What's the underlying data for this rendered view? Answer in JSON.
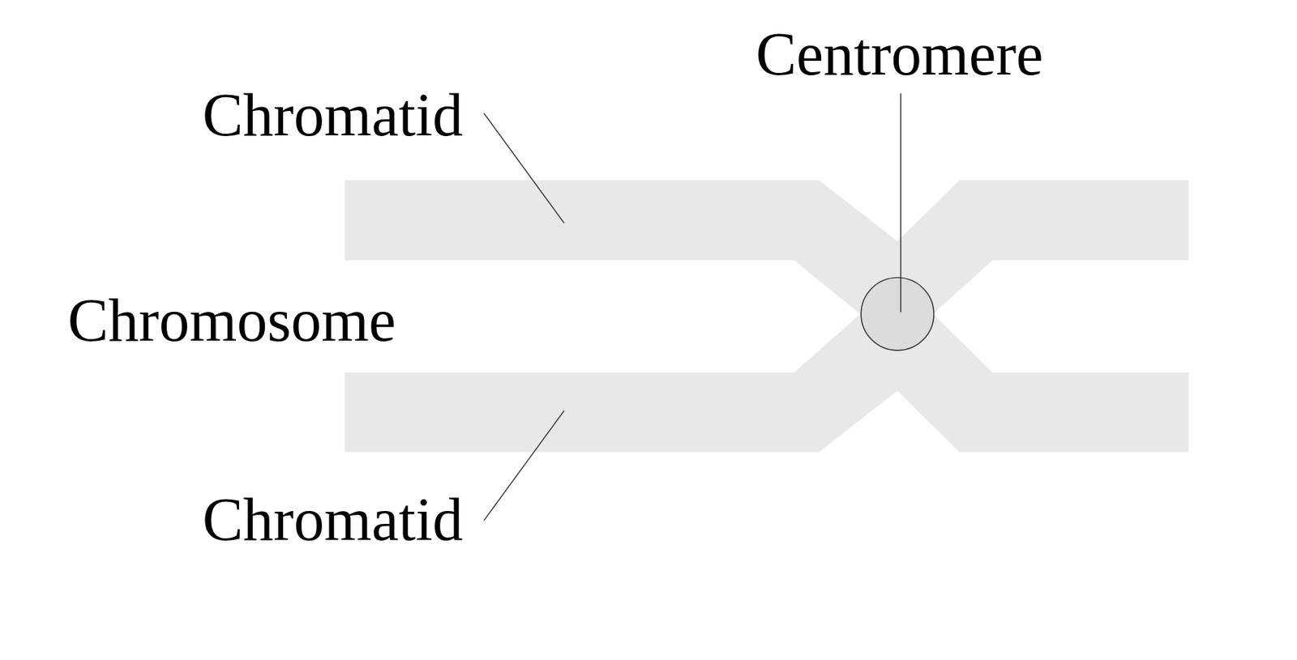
{
  "diagram": {
    "labels": [
      "Centromere",
      "Chromatid",
      "Chromosome",
      "Chromatid"
    ]
  }
}
